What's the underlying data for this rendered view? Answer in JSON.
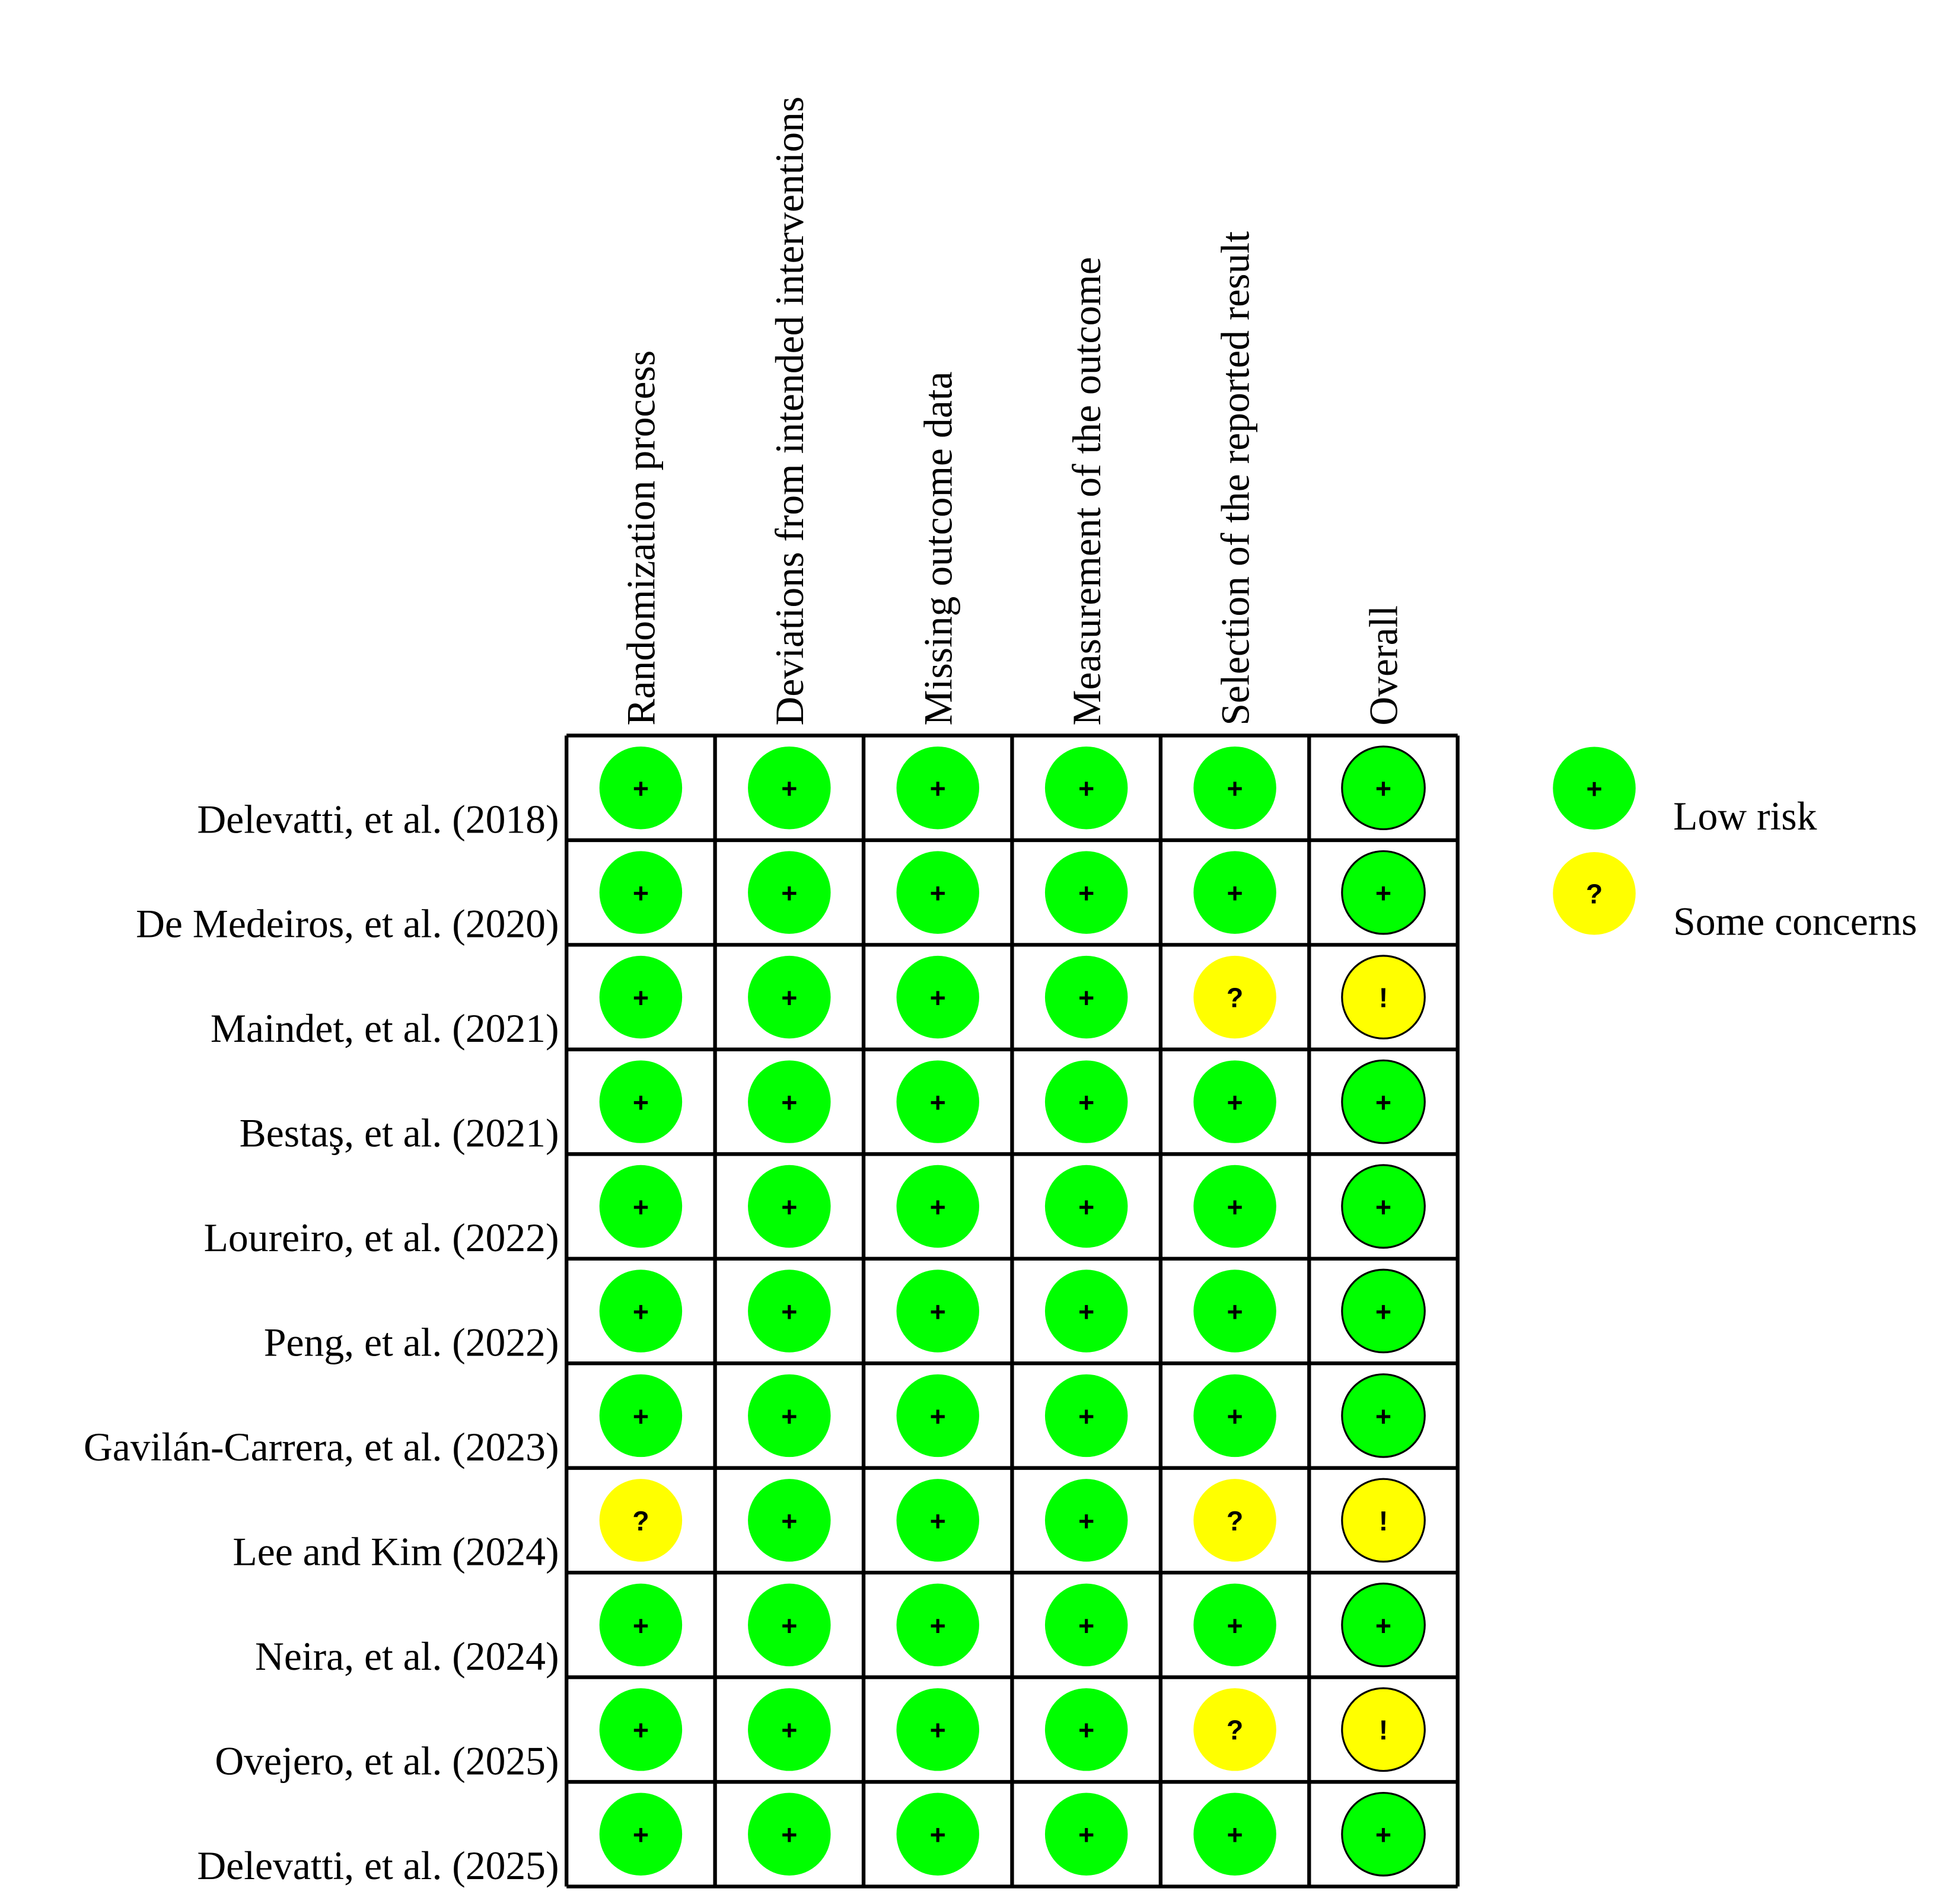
{
  "chart_data": {
    "type": "table",
    "columns": [
      "Randomization process",
      "Deviations from intended interventions",
      "Missing outcome data",
      "Measurement of the outcome",
      "Selection of the reported result",
      "Overall"
    ],
    "rows": [
      {
        "study": "Delevatti, et al. (2018)",
        "judgements": [
          "low",
          "low",
          "low",
          "low",
          "low",
          "low"
        ]
      },
      {
        "study": "De Medeiros, et al. (2020)",
        "judgements": [
          "low",
          "low",
          "low",
          "low",
          "low",
          "low"
        ]
      },
      {
        "study": "Maindet, et al. (2021)",
        "judgements": [
          "low",
          "low",
          "low",
          "low",
          "some",
          "some"
        ]
      },
      {
        "study": "Bestaş, et al. (2021)",
        "judgements": [
          "low",
          "low",
          "low",
          "low",
          "low",
          "low"
        ]
      },
      {
        "study": "Loureiro, et al. (2022)",
        "judgements": [
          "low",
          "low",
          "low",
          "low",
          "low",
          "low"
        ]
      },
      {
        "study": "Peng, et al. (2022)",
        "judgements": [
          "low",
          "low",
          "low",
          "low",
          "low",
          "low"
        ]
      },
      {
        "study": "Gavilán-Carrera, et al. (2023)",
        "judgements": [
          "low",
          "low",
          "low",
          "low",
          "low",
          "low"
        ]
      },
      {
        "study": "Lee and Kim (2024)",
        "judgements": [
          "some",
          "low",
          "low",
          "low",
          "some",
          "some"
        ]
      },
      {
        "study": "Neira, et al. (2024)",
        "judgements": [
          "low",
          "low",
          "low",
          "low",
          "low",
          "low"
        ]
      },
      {
        "study": "Ovejero, et al. (2025)",
        "judgements": [
          "low",
          "low",
          "low",
          "low",
          "some",
          "some"
        ]
      },
      {
        "study": "Delevatti, et al. (2025)",
        "judgements": [
          "low",
          "low",
          "low",
          "low",
          "low",
          "low"
        ]
      }
    ],
    "legend": [
      {
        "key": "low",
        "label": "Low risk",
        "symbol": "+",
        "color": "#00ff00"
      },
      {
        "key": "some",
        "label": "Some concerns",
        "symbol": "?",
        "color": "#ffff00"
      }
    ],
    "overall_symbol_some": "!",
    "legend_position": "right"
  }
}
